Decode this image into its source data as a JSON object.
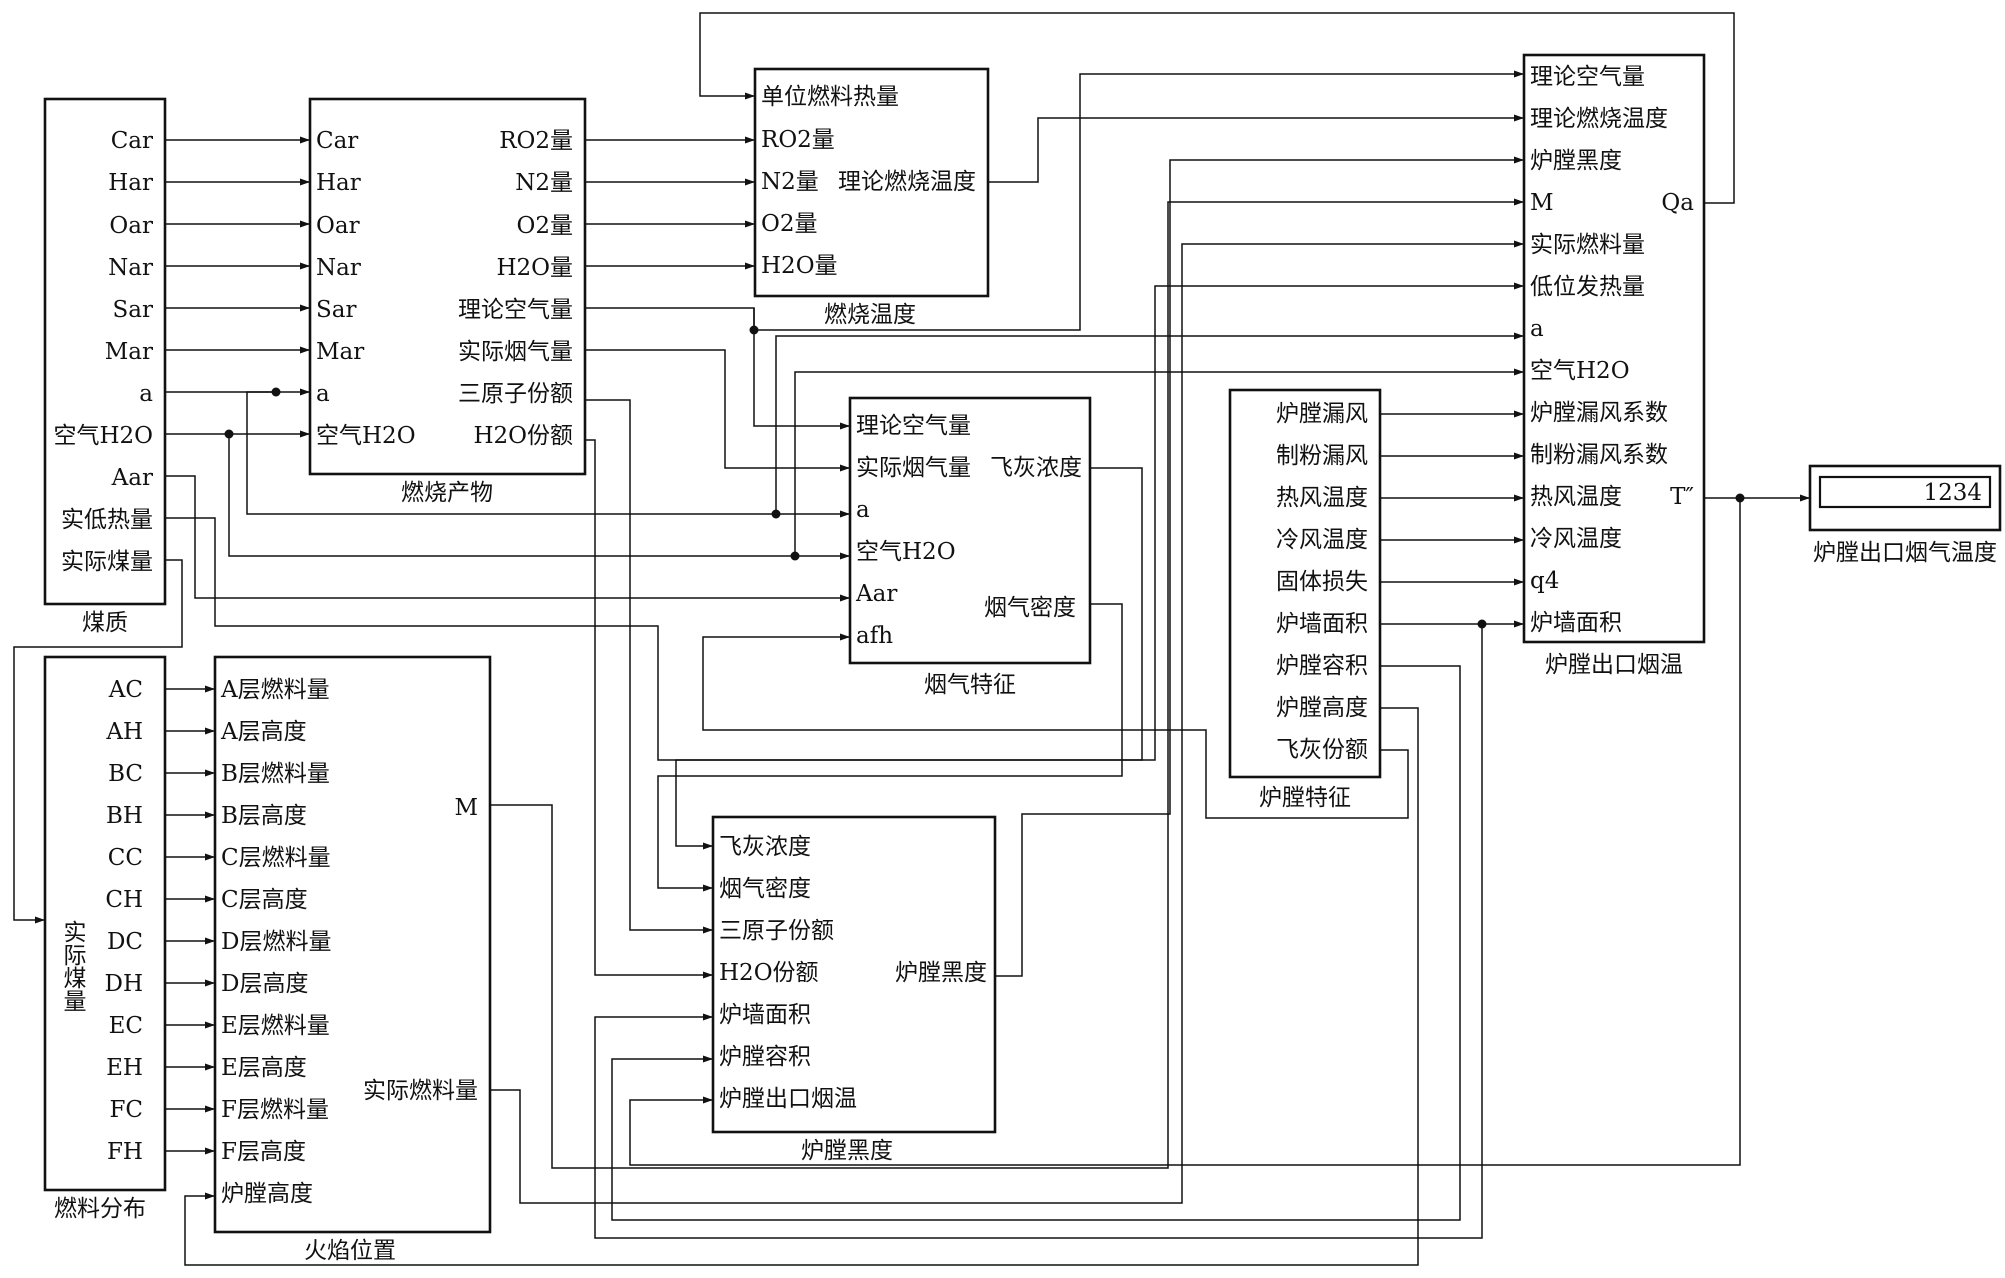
{
  "blocks": {
    "coal": {
      "title": "煤质",
      "outputs": [
        "Car",
        "Har",
        "Oar",
        "Nar",
        "Sar",
        "Mar",
        "a",
        "空气H2O",
        "Aar",
        "实低热量",
        "实际煤量"
      ]
    },
    "products": {
      "title": "燃烧产物",
      "inputs": [
        "Car",
        "Har",
        "Oar",
        "Nar",
        "Sar",
        "Mar",
        "a",
        "空气H2O"
      ],
      "outputs": [
        "RO2量",
        "N2量",
        "O2量",
        "H2O量",
        "理论空气量",
        "实际烟气量",
        "三原子份额",
        "H2O份额"
      ]
    },
    "combustion_temp": {
      "title": "燃烧温度",
      "inputs": [
        "单位燃料热量",
        "RO2量",
        "N2量",
        "O2量",
        "H2O量"
      ],
      "outputs": [
        "理论燃烧温度"
      ]
    },
    "flue_gas": {
      "title": "烟气特征",
      "inputs": [
        "理论空气量",
        "实际烟气量",
        "a",
        "空气H2O",
        "Aar",
        "afh"
      ],
      "outputs": [
        "飞灰浓度",
        "烟气密度"
      ]
    },
    "furnace_props": {
      "title": "炉膛特征",
      "outputs": [
        "炉膛漏风",
        "制粉漏风",
        "热风温度",
        "冷风温度",
        "固体损失",
        "炉墙面积",
        "炉膛容积",
        "炉膛高度",
        "飞灰份额"
      ]
    },
    "exit_temp": {
      "title": "炉膛出口烟温",
      "inputs": [
        "理论空气量",
        "理论燃烧温度",
        "炉膛黑度",
        "M",
        "实际燃料量",
        "低位发热量",
        "a",
        "空气H2O",
        "炉膛漏风系数",
        "制粉漏风系数",
        "热风温度",
        "冷风温度",
        "q4",
        "炉墙面积"
      ],
      "outputs": [
        "Qa",
        "T″"
      ]
    },
    "fuel_dist": {
      "title": "燃料分布",
      "outputs": [
        "AC",
        "AH",
        "BC",
        "BH",
        "CC",
        "CH",
        "DC",
        "DH",
        "EC",
        "EH",
        "FC",
        "FH"
      ],
      "input_vertical": "实际煤量"
    },
    "flame_pos": {
      "title": "火焰位置",
      "inputs": [
        "A层燃料量",
        "A层高度",
        "B层燃料量",
        "B层高度",
        "C层燃料量",
        "C层高度",
        "D层燃料量",
        "D层高度",
        "E层燃料量",
        "E层高度",
        "F层燃料量",
        "F层高度",
        "炉膛高度"
      ],
      "outputs": [
        "M",
        "实际燃料量"
      ]
    },
    "emissivity": {
      "title": "炉膛黑度",
      "inputs": [
        "飞灰浓度",
        "烟气密度",
        "三原子份额",
        "H2O份额",
        "炉墙面积",
        "炉膛容积",
        "炉膛出口烟温"
      ],
      "outputs": [
        "炉膛黑度"
      ]
    }
  },
  "display": {
    "value": "1234",
    "label": "炉膛出口烟气温度"
  }
}
